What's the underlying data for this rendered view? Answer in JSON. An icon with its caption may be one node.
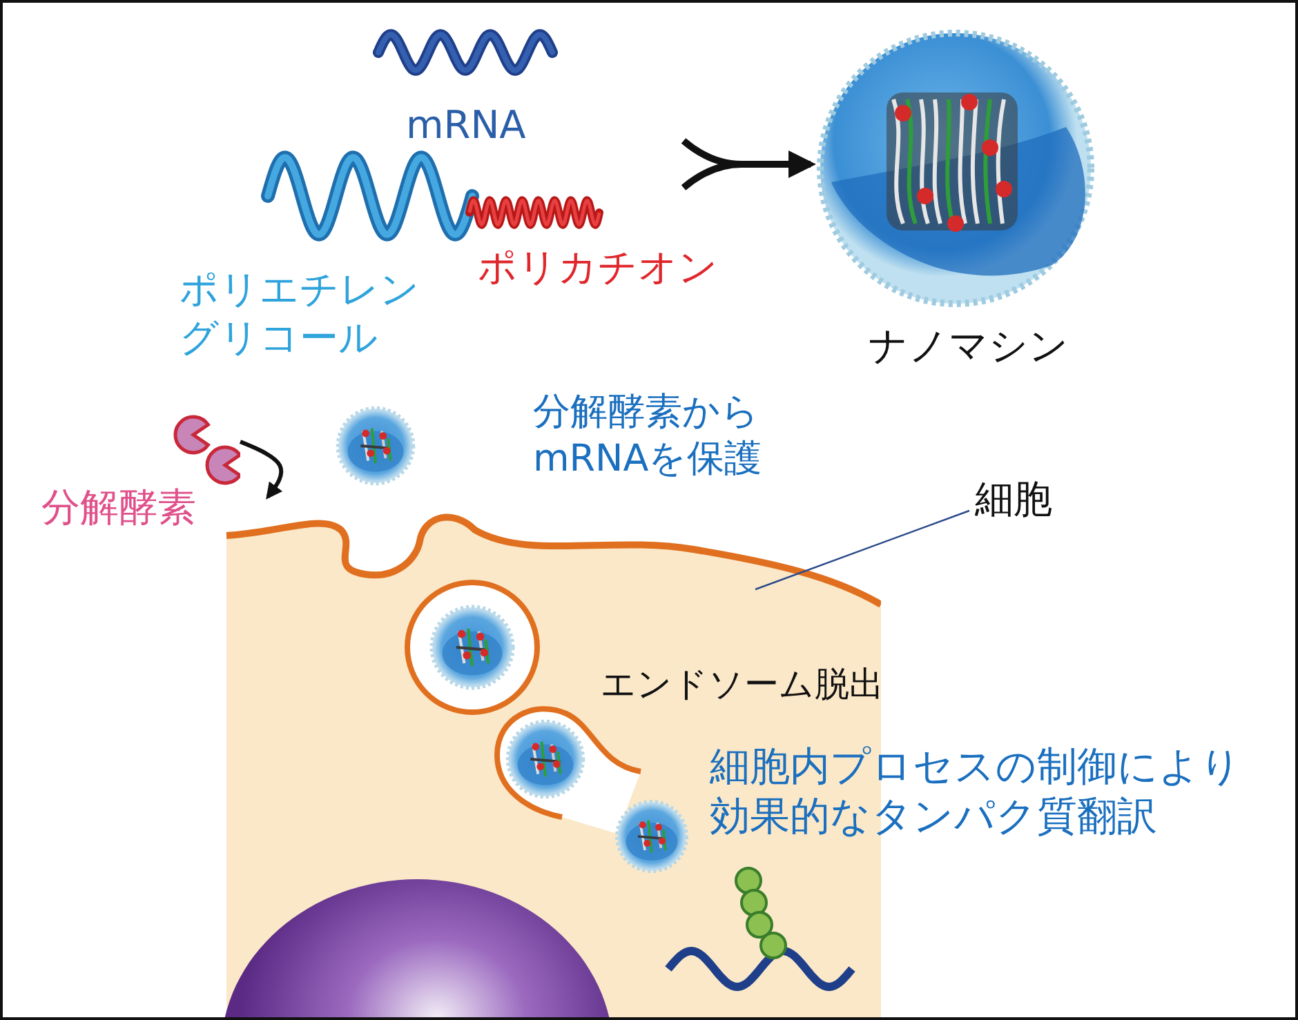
{
  "diagram": {
    "nodes": [
      {
        "text": [
          "mRNA",
          "ポリエチレングリコール",
          "ポリカチオン"
        ]
      },
      {
        "text": [
          "ナノマシン"
        ]
      },
      {
        "text": [
          "分解酵素"
        ]
      },
      {
        "text": [],
        "shape": "picture"
      },
      {
        "text": [
          "細胞"
        ]
      }
    ],
    "edges": [
      {
        "from": 0,
        "to": 1,
        "arrow": "to"
      },
      {
        "from": 2,
        "to": null,
        "arrow": "to"
      },
      {
        "from": 4,
        "to": 3,
        "arrow": "none",
        "color": "#2a4a8a"
      }
    ],
    "labels": [
      "分解酵素からmRNAを保護",
      "エンドソーム脱出",
      "細胞内プロセスの制御により効果的なタンパク質翻訳"
    ]
  }
}
